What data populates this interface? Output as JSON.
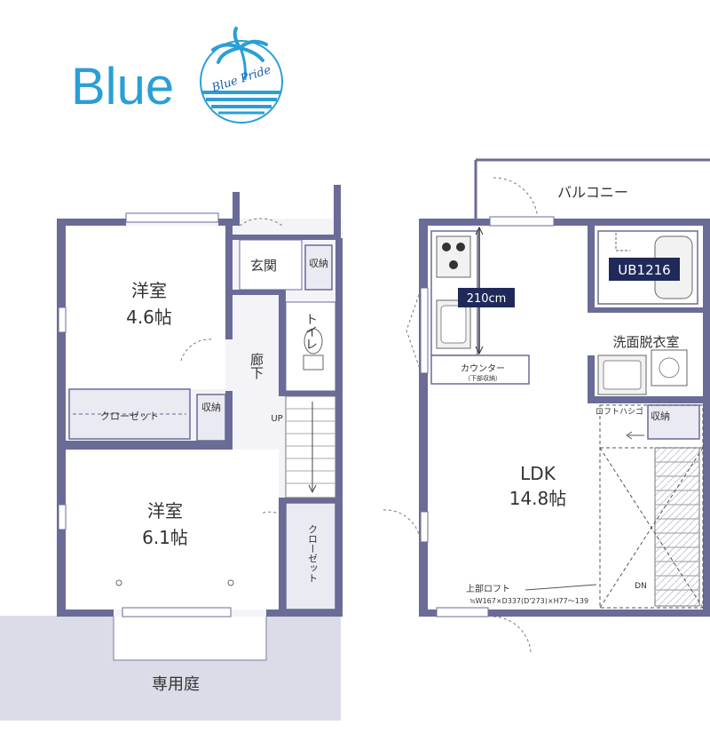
{
  "logo": {
    "word": "Blue",
    "emblem_text": "Blue Pride",
    "color": "#2a9fd6"
  },
  "colors": {
    "wall": "#6b6b98",
    "floor_tint": "#e8e8f1",
    "garden": "#dcdce8",
    "line": "#555577"
  },
  "rooms": {
    "western_1": {
      "name": "洋室",
      "size": "4.6帖"
    },
    "western_2": {
      "name": "洋室",
      "size": "6.1帖"
    },
    "closet_1": "クローゼット",
    "closet_2": "クローゼット",
    "storage_1": "収納",
    "storage_2": "収納",
    "storage_3": "収納",
    "entrance": "玄関",
    "hallway": "廊下",
    "toilet": "トイレ",
    "garden": "専用庭",
    "balcony": "バルコニー",
    "ldk": {
      "name": "LDK",
      "size": "14.8帖"
    },
    "bath": "UB1216",
    "washroom": "洗面脱衣室"
  },
  "annotations": {
    "ceiling": "210cm",
    "counter": "カウンター",
    "counter_note": "（下部収納）",
    "loft_ladder": "ロフトハシゴ",
    "loft": "上部ロフト",
    "loft_dims": "≒W167×D337(D'273)×H77～139",
    "stairs_up": "UP",
    "stairs_down": "DN"
  }
}
